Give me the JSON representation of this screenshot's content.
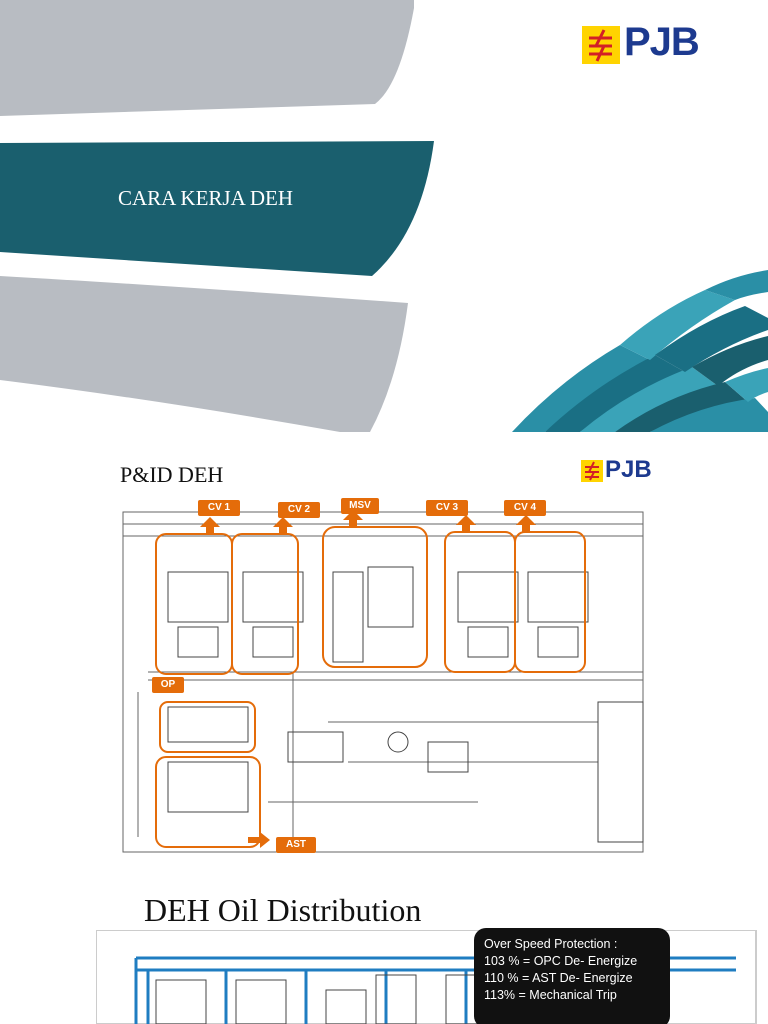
{
  "slide1": {
    "title": "CARA KERJA DEH",
    "logo_text": "PJB",
    "colors": {
      "teal": "#1a5f6e",
      "gray": "#b8bcc2"
    }
  },
  "slide2": {
    "title": "P&ID DEH",
    "logo_text": "PJB",
    "callouts": {
      "cv1": "CV 1",
      "cv2": "CV 2",
      "msv": "MSV",
      "cv3": "CV 3",
      "cv4": "CV 4",
      "op": "OP",
      "ast": "AST"
    },
    "colors": {
      "orange": "#e46c0a"
    }
  },
  "slide3": {
    "title": "DEH Oil Distribution",
    "protection_box": {
      "heading": "Over Speed Protection :",
      "lines": [
        "103 % = OPC De- Energize",
        "110 % = AST De- Energize",
        "113% = Mechanical Trip"
      ]
    }
  }
}
